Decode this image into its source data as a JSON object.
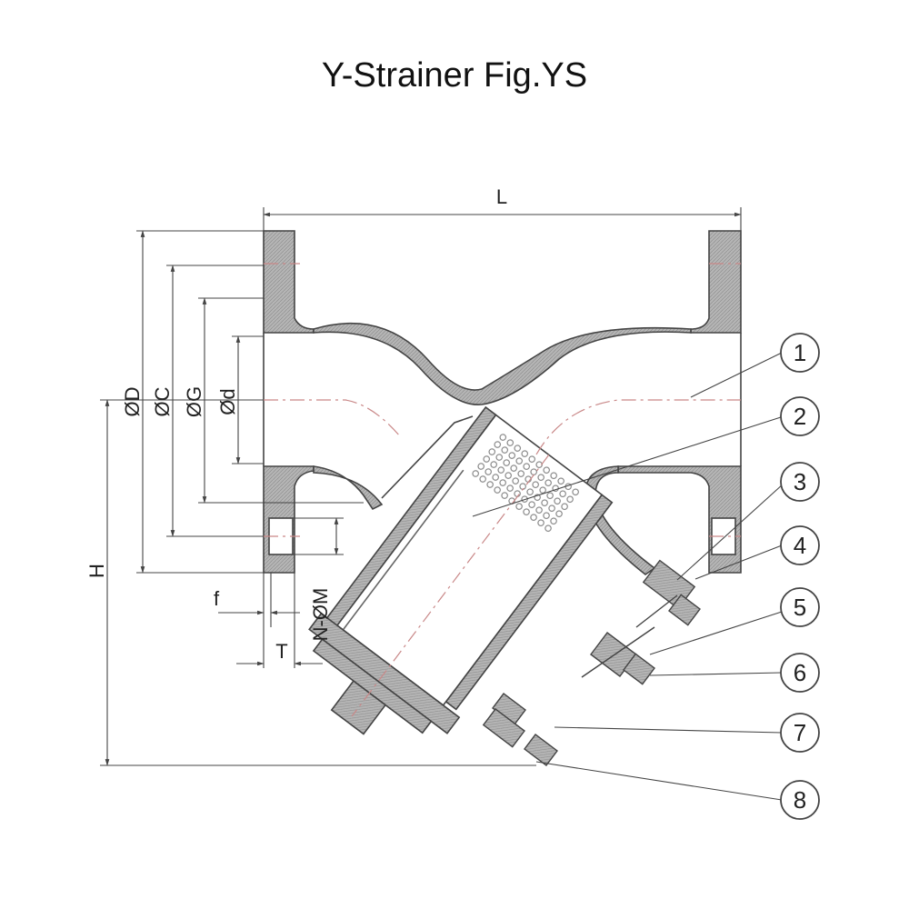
{
  "title": "Y-Strainer Fig.YS",
  "dimensions": {
    "L": "L",
    "D": "ØD",
    "C": "ØC",
    "G": "ØG",
    "d": "Ød",
    "H": "H",
    "f": "f",
    "T": "T",
    "NM": "N-ØM"
  },
  "callouts": [
    "1",
    "2",
    "3",
    "4",
    "5",
    "6",
    "7",
    "8"
  ],
  "colors": {
    "line": "#444444",
    "hatch": "#a8a8a8",
    "centerline": "#c98888",
    "background": "#ffffff"
  }
}
